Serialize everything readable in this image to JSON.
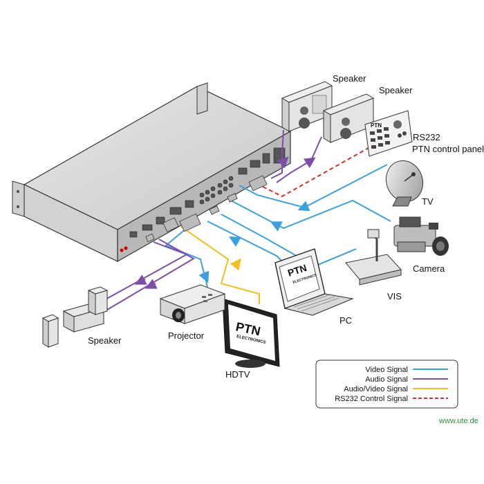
{
  "labels": {
    "speaker_top_1": "Speaker",
    "speaker_top_2": "Speaker",
    "rs232_line1": "RS232",
    "rs232_line2": "PTN control panel",
    "tv": "TV",
    "camera": "Camera",
    "vis": "VIS",
    "pc": "PC",
    "hdtv": "HDTV",
    "projector": "Projector",
    "speaker_left": "Speaker"
  },
  "brand": {
    "logo": "PTN",
    "sub": "ELECTRONICS"
  },
  "legend": {
    "items": [
      {
        "label": "Video Signal",
        "color": "#3aa0e0",
        "style": "solid"
      },
      {
        "label": "Audio Signal",
        "color": "#7b4fa8",
        "style": "solid"
      },
      {
        "label": "Audio/Video Signal",
        "color": "#f0c020",
        "style": "solid"
      },
      {
        "label": "RS232 Control Signal",
        "color": "#d03030",
        "style": "dashed"
      }
    ]
  },
  "watermark": "www.ute.de"
}
